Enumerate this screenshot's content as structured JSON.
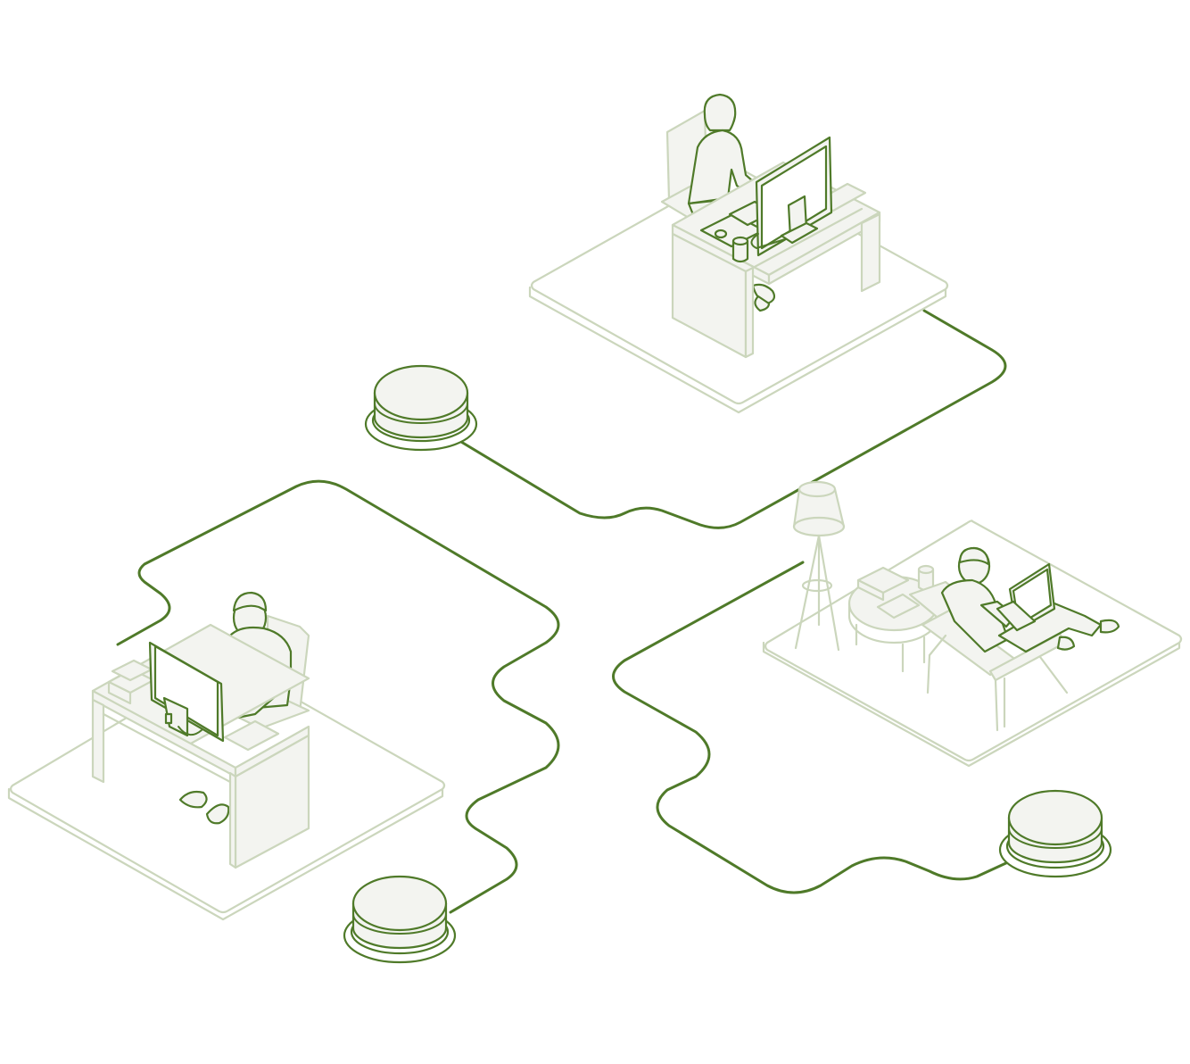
{
  "scene": {
    "colors": {
      "accent": "#4f7a29",
      "outline": "#cbd6bc",
      "surface": "#f3f4f0",
      "background": "#ffffff"
    },
    "workstations": [
      {
        "id": "top-desk",
        "type": "desk-desktop",
        "person": "woman-typing"
      },
      {
        "id": "left-desk",
        "type": "desk-desktop",
        "person": "man-typing"
      },
      {
        "id": "right-lounge",
        "type": "armchair-laptop",
        "person": "man-reclining"
      }
    ],
    "hubs": [
      {
        "id": "hub-upper-left"
      },
      {
        "id": "hub-bottom-center"
      },
      {
        "id": "hub-bottom-right"
      }
    ],
    "icons": [
      "floor-lamp-icon",
      "coffee-cup-icon",
      "book-stack-icon",
      "monitor-icon",
      "laptop-icon"
    ]
  }
}
